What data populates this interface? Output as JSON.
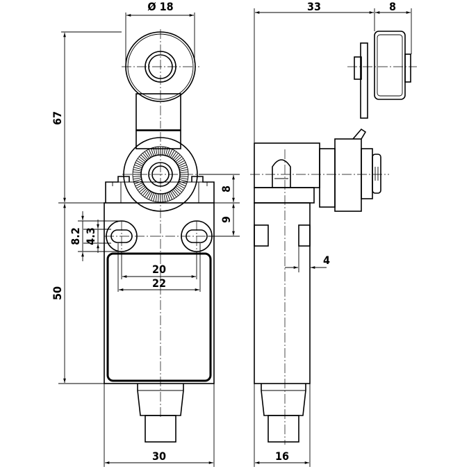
{
  "dimensions": {
    "roller_diameter": "Ø 18",
    "depth_total": "33",
    "roller_width": "8",
    "height_67": "67",
    "height_8": "8",
    "height_9": "9",
    "hole_spacing_8_2": "8.2",
    "hole_size_4_3": "4.3",
    "hole_pitch_20": "20",
    "hole_pitch_22": "22",
    "body_height_50": "50",
    "offset_4": "4",
    "body_width_30": "30",
    "body_depth_16": "16"
  }
}
